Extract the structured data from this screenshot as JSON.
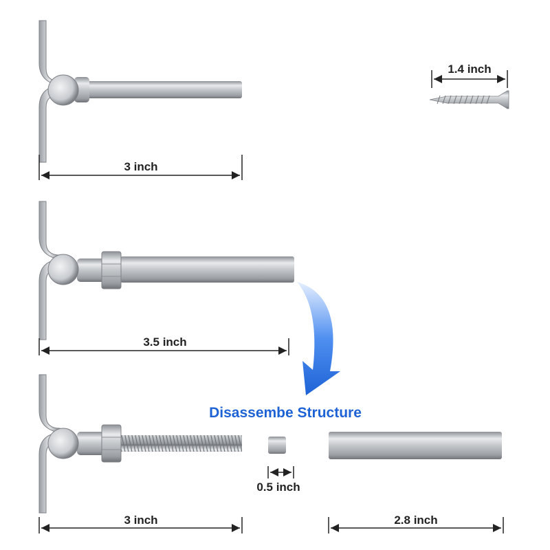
{
  "dimensions": {
    "assembled_short": "3 inch",
    "screw": "1.4 inch",
    "assembled_long": "3.5 inch",
    "stud": "3 inch",
    "spacer": "0.5 inch",
    "sleeve": "2.8 inch"
  },
  "annotation": {
    "title": "Disassembe Structure"
  },
  "colors": {
    "accent_blue": "#1e63d6",
    "dimension_line": "#222222",
    "steel": "#b8bcc0"
  }
}
